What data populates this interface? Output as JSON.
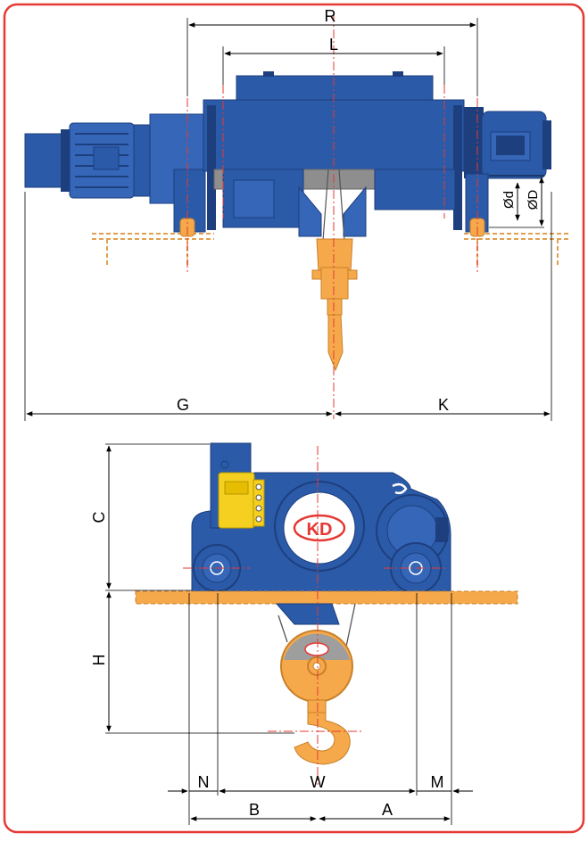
{
  "dimension_labels": {
    "R": "R",
    "L": "L",
    "d": "Ød",
    "D": "ØD",
    "G": "G",
    "K": "K",
    "C": "C",
    "H": "H",
    "N": "N",
    "W": "W",
    "M": "M",
    "B": "B",
    "A": "A"
  },
  "logo_text": "KD",
  "colors": {
    "frame": "#e53935",
    "blue": "#2b5aa8",
    "blue_dark": "#1d3f7e",
    "blue_light": "#4f7fd0",
    "orange": "#f6a94a",
    "yellow": "#f5d020",
    "gray": "#8e8e8e",
    "centerline": "#e53935"
  },
  "icons": [
    "kd-logo-icon",
    "hook-icon",
    "motor-icon",
    "control-box-icon"
  ]
}
